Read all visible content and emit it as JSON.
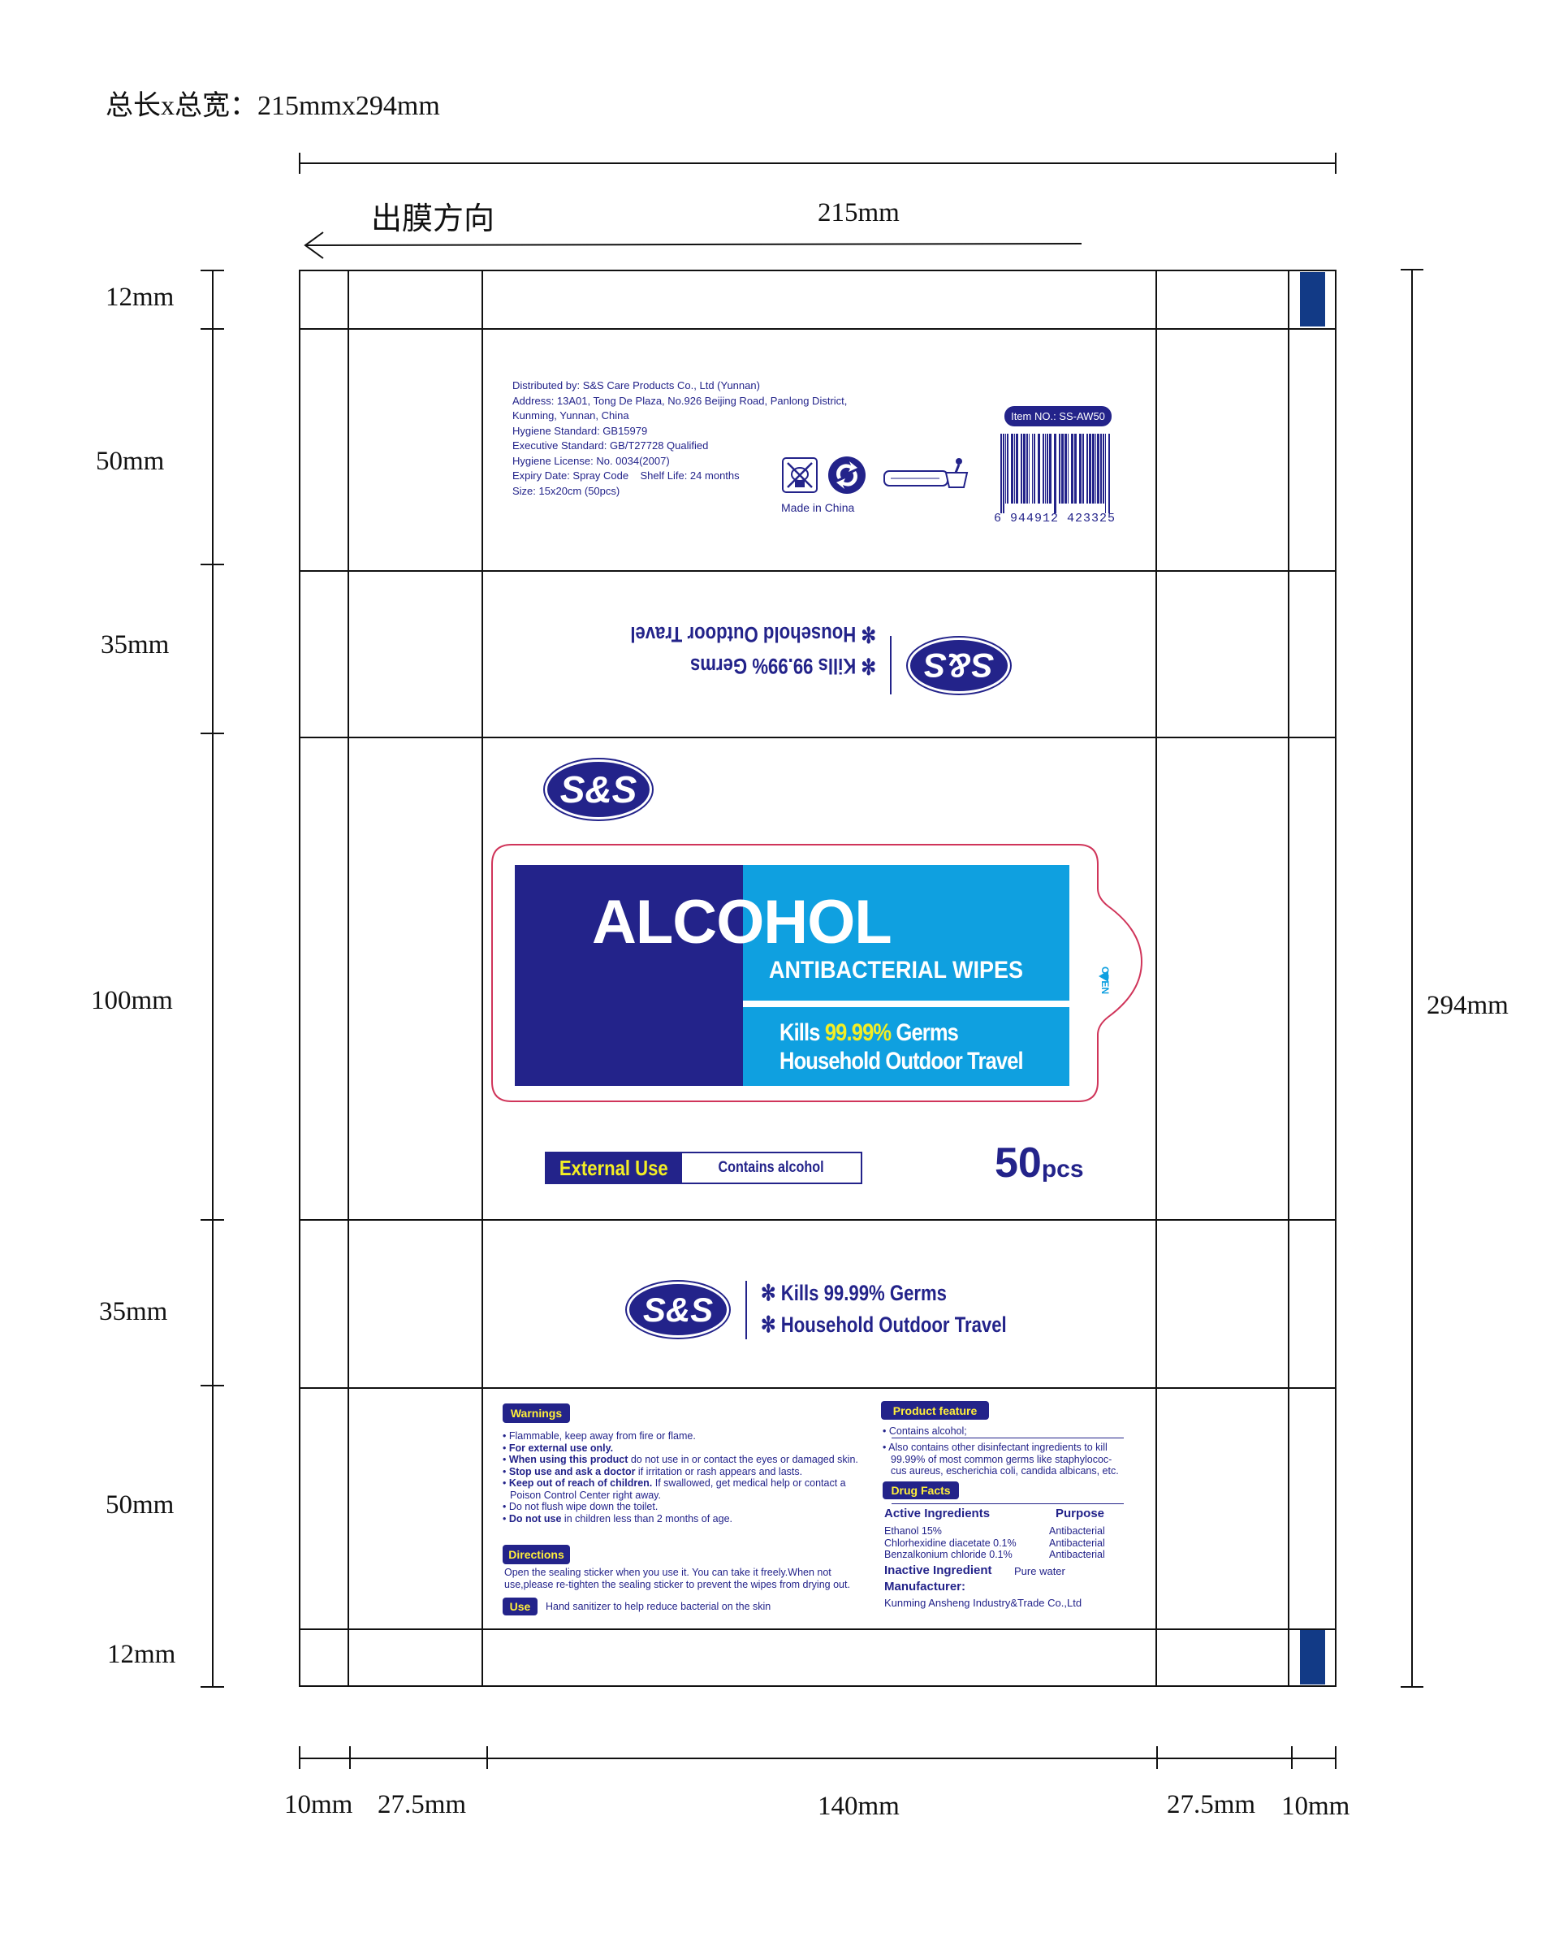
{
  "header": {
    "total_size": "总长x总宽：215mmx294mm",
    "film_direction": "出膜方向",
    "width_label": "215mm"
  },
  "left_dims": [
    "12mm",
    "50mm",
    "35mm",
    "100mm",
    "35mm",
    "50mm",
    "12mm"
  ],
  "right_dim": "294mm",
  "bottom_dims": [
    "10mm",
    "27.5mm",
    "140mm",
    "27.5mm",
    "10mm"
  ],
  "colors": {
    "navy": "#23238a",
    "blue": "#0fa0e0",
    "yellow": "#ffef3a",
    "pink": "#d0355a"
  },
  "info_panel": {
    "lines": [
      "Distributed by: S&S Care Products Co., Ltd (Yunnan)",
      "Address: 13A01, Tong De Plaza, No.926 Beijing Road, Panlong District,",
      "Kunming, Yunnan, China",
      "Hygiene Standard: GB15979",
      "Executive Standard: GB/T27728 Qualified",
      "Hygiene License: No. 0034(2007)",
      "Expiry Date: Spray Code    Shelf Life: 24 months",
      "Size: 15x20cm (50pcs)"
    ],
    "made_in": "Made in China",
    "item_no": "Item NO.: SS-AW50",
    "barcode": "6 944912 423325",
    "icons": [
      "no-flush-icon",
      "recycle-icon",
      "tidy-man-icon"
    ]
  },
  "brand": {
    "logo": "S&S"
  },
  "slogan": {
    "line1": "✻ Kills 99.99% Germs",
    "line2": "✻ Household Outdoor Travel"
  },
  "front": {
    "title": "ALCOHOL",
    "subtitle": "ANTIBACTERIAL WIPES",
    "kills_prefix": "Kills ",
    "kills_pct": "99.99%",
    "kills_suffix": " Germs",
    "uses": "Household Outdoor Travel",
    "open": "OPEN",
    "external_use": "External Use",
    "contains": "Contains alcohol",
    "count": "50",
    "count_unit": "pcs"
  },
  "back": {
    "warnings_title": "Warnings",
    "warnings": [
      {
        "bold": "",
        "text": "Flammable, keep away from fire or flame."
      },
      {
        "bold": "For external use only.",
        "text": ""
      },
      {
        "bold": "When using this product",
        "text": " do not use in or contact the eyes or damaged skin."
      },
      {
        "bold": "Stop use and ask a doctor",
        "text": " if irritation or rash appears and lasts."
      },
      {
        "bold": "Keep out of reach of children.",
        "text": " If swallowed, get medical help or contact a Poison Control Center right away."
      },
      {
        "bold": "",
        "text": "Do not flush wipe down the toilet."
      },
      {
        "bold": "Do not use",
        "text": " in children less than 2 months of age."
      }
    ],
    "directions_title": "Directions",
    "directions": "Open the sealing sticker when you use it. You can take it freely.When not use,please re-tighten the sealing sticker to prevent the wipes from drying out.",
    "use_title": "Use",
    "use": "Hand sanitizer to help reduce bacterial on the skin",
    "feature_title": "Product feature",
    "features": [
      "Contains alcohol;",
      "Also contains other disinfectant ingredients to kill 99.99% of most common germs like staphylococ-cus aureus, escherichia coli, candida albicans, etc."
    ],
    "drug_facts_title": "Drug Facts",
    "active_header": "Active Ingredients",
    "purpose_header": "Purpose",
    "ingredients": [
      {
        "name": "Ethanol 15%",
        "purpose": "Antibacterial"
      },
      {
        "name": "Chlorhexidine diacetate 0.1%",
        "purpose": "Antibacterial"
      },
      {
        "name": "Benzalkonium chloride 0.1%",
        "purpose": "Antibacterial"
      }
    ],
    "inactive_label": "Inactive Ingredient",
    "inactive_value": "Pure water",
    "manufacturer_label": "Manufacturer:",
    "manufacturer": "Kunming Ansheng Industry&Trade Co.,Ltd"
  }
}
